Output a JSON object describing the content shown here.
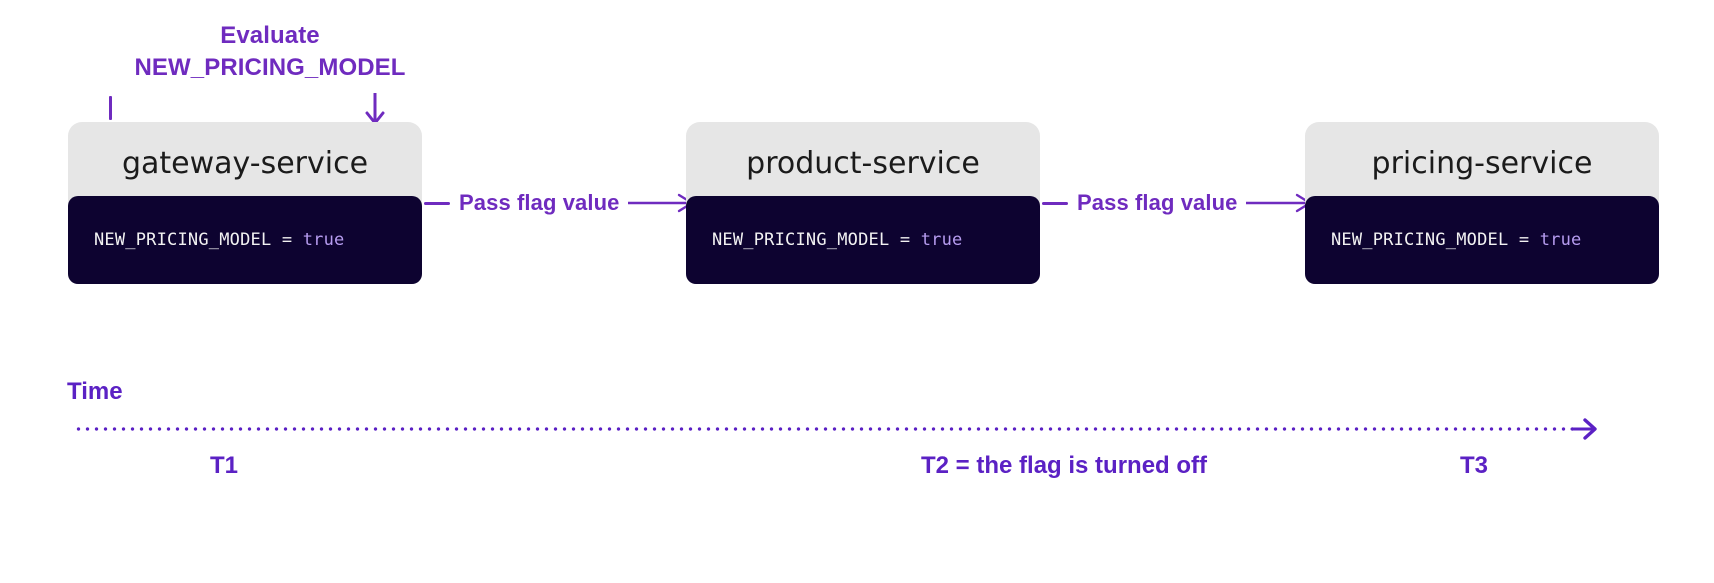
{
  "diagram": {
    "title_annotation": {
      "line1": "Evaluate",
      "line2": "NEW_PRICING_MODEL"
    },
    "services": [
      {
        "name": "gateway-service",
        "code_key": "NEW_PRICING_MODEL = ",
        "code_value": "true"
      },
      {
        "name": "product-service",
        "code_key": "NEW_PRICING_MODEL = ",
        "code_value": "true"
      },
      {
        "name": "pricing-service",
        "code_key": "NEW_PRICING_MODEL = ",
        "code_value": "true"
      }
    ],
    "connectors": [
      {
        "label": "Pass flag value"
      },
      {
        "label": "Pass flag value"
      }
    ],
    "timeline": {
      "axis_label": "Time",
      "ticks": [
        {
          "label": "T1"
        },
        {
          "label": "T2 = the flag is turned off"
        },
        {
          "label": "T3"
        }
      ]
    },
    "colors": {
      "accent_purple": "#6f2bbf",
      "timeline_purple": "#5b21c4",
      "card_header_gray": "#e6e6e6",
      "code_navy": "#0d0330",
      "code_text": "#f2f2f2",
      "code_value": "#b69cf0",
      "background": "#ffffff"
    }
  }
}
